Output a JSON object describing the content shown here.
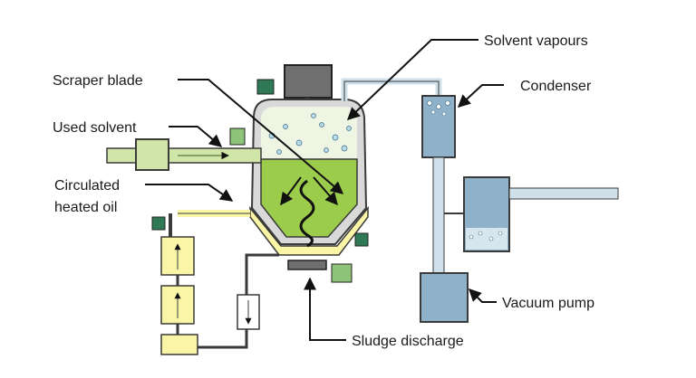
{
  "labels": {
    "solvent_vapours": "Solvent vapours",
    "scraper_blade": "Scraper blade",
    "condenser": "Condenser",
    "used_solvent": "Used solvent",
    "circulated_line1": "Circulated",
    "circulated_line2": "heated oil",
    "vacuum_pump": "Vacuum pump",
    "sludge_discharge": "Sludge discharge"
  },
  "colors": {
    "liquid_green": "#9ccc4c",
    "vapour_green": "#cfe6a8",
    "vessel_grey": "#d9d9d9",
    "vessel_outline": "#3a3a3a",
    "heater_yellow": "#fbf5a6",
    "condenser_blue": "#8fb1c9",
    "valve_green": "#2f7a55",
    "motor_grey": "#6f6f6f"
  }
}
